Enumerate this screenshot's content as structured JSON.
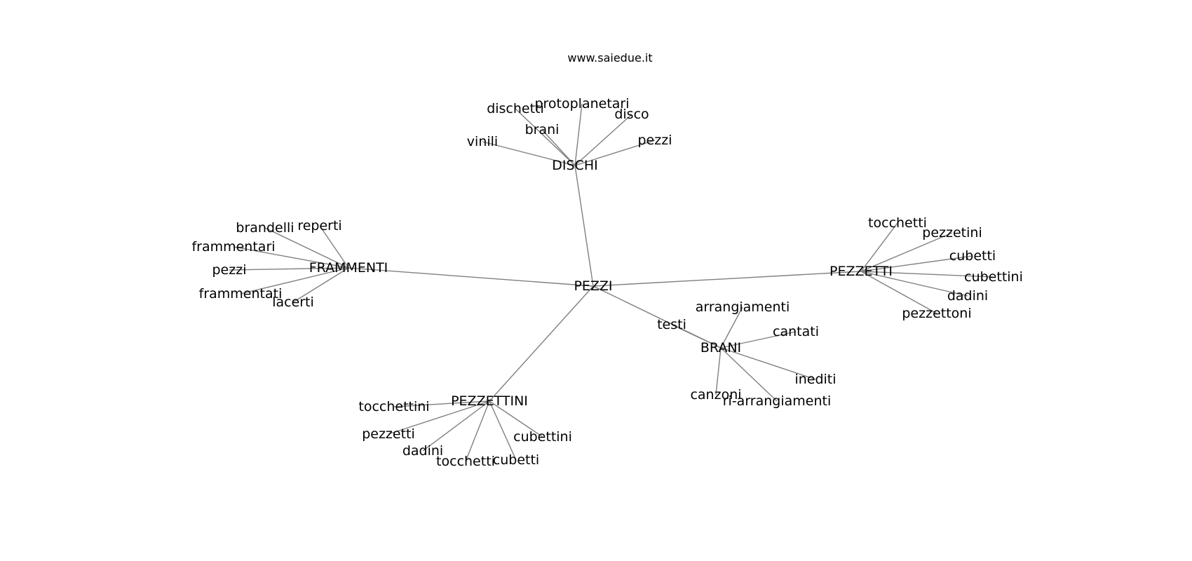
{
  "site": "www.saiedue.it",
  "colors": {
    "edge": "#808080",
    "text": "#000000",
    "background": "#ffffff"
  },
  "nodes": [
    {
      "id": "pezzi_root",
      "label": "PEZZI"
    },
    {
      "id": "dischi",
      "label": "DISCHI"
    },
    {
      "id": "frammenti",
      "label": "FRAMMENTI"
    },
    {
      "id": "pezzetti_hub",
      "label": "PEZZETTI"
    },
    {
      "id": "brani_hub",
      "label": "BRANI"
    },
    {
      "id": "pezzettini",
      "label": "PEZZETTINI"
    },
    {
      "id": "d_dischetti",
      "label": "dischetti"
    },
    {
      "id": "d_protoplanetari",
      "label": "protoplanetari"
    },
    {
      "id": "d_disco",
      "label": "disco"
    },
    {
      "id": "d_brani",
      "label": "brani"
    },
    {
      "id": "d_vinili",
      "label": "vinili"
    },
    {
      "id": "d_pezzi",
      "label": "pezzi"
    },
    {
      "id": "f_brandelli",
      "label": "brandelli"
    },
    {
      "id": "f_reperti",
      "label": "reperti"
    },
    {
      "id": "f_frammentari",
      "label": "frammentari"
    },
    {
      "id": "f_pezzi",
      "label": "pezzi"
    },
    {
      "id": "f_frammentati",
      "label": "frammentati"
    },
    {
      "id": "f_lacerti",
      "label": "lacerti"
    },
    {
      "id": "p_tocchetti",
      "label": "tocchetti"
    },
    {
      "id": "p_pezzetini",
      "label": "pezzetini"
    },
    {
      "id": "p_cubetti",
      "label": "cubetti"
    },
    {
      "id": "p_cubettini",
      "label": "cubettini"
    },
    {
      "id": "p_dadini",
      "label": "dadini"
    },
    {
      "id": "p_pezzettoni",
      "label": "pezzettoni"
    },
    {
      "id": "b_testi",
      "label": "testi"
    },
    {
      "id": "b_arrangiamenti",
      "label": "arrangiamenti"
    },
    {
      "id": "b_cantati",
      "label": "cantati"
    },
    {
      "id": "b_inediti",
      "label": "inediti"
    },
    {
      "id": "b_canzoni",
      "label": "canzoni"
    },
    {
      "id": "b_ri_arrangiamenti",
      "label": "ri-arrangiamenti"
    },
    {
      "id": "pt_tocchettini",
      "label": "tocchettini"
    },
    {
      "id": "pt_pezzetti",
      "label": "pezzetti"
    },
    {
      "id": "pt_dadini",
      "label": "dadini"
    },
    {
      "id": "pt_tocchetti",
      "label": "tocchetti"
    },
    {
      "id": "pt_cubetti",
      "label": "cubetti"
    },
    {
      "id": "pt_cubettini",
      "label": "cubettini"
    }
  ],
  "edges": [
    [
      "pezzi_root",
      "dischi"
    ],
    [
      "pezzi_root",
      "frammenti"
    ],
    [
      "pezzi_root",
      "pezzetti_hub"
    ],
    [
      "pezzi_root",
      "brani_hub"
    ],
    [
      "pezzi_root",
      "pezzettini"
    ],
    [
      "dischi",
      "d_dischetti"
    ],
    [
      "dischi",
      "d_protoplanetari"
    ],
    [
      "dischi",
      "d_disco"
    ],
    [
      "dischi",
      "d_brani"
    ],
    [
      "dischi",
      "d_vinili"
    ],
    [
      "dischi",
      "d_pezzi"
    ],
    [
      "frammenti",
      "f_brandelli"
    ],
    [
      "frammenti",
      "f_reperti"
    ],
    [
      "frammenti",
      "f_frammentari"
    ],
    [
      "frammenti",
      "f_pezzi"
    ],
    [
      "frammenti",
      "f_frammentati"
    ],
    [
      "frammenti",
      "f_lacerti"
    ],
    [
      "pezzetti_hub",
      "p_tocchetti"
    ],
    [
      "pezzetti_hub",
      "p_pezzetini"
    ],
    [
      "pezzetti_hub",
      "p_cubetti"
    ],
    [
      "pezzetti_hub",
      "p_cubettini"
    ],
    [
      "pezzetti_hub",
      "p_dadini"
    ],
    [
      "pezzetti_hub",
      "p_pezzettoni"
    ],
    [
      "brani_hub",
      "b_testi"
    ],
    [
      "brani_hub",
      "b_arrangiamenti"
    ],
    [
      "brani_hub",
      "b_cantati"
    ],
    [
      "brani_hub",
      "b_inediti"
    ],
    [
      "brani_hub",
      "b_canzoni"
    ],
    [
      "brani_hub",
      "b_ri_arrangiamenti"
    ],
    [
      "pezzettini",
      "pt_tocchettini"
    ],
    [
      "pezzettini",
      "pt_pezzetti"
    ],
    [
      "pezzettini",
      "pt_dadini"
    ],
    [
      "pezzettini",
      "pt_tocchetti"
    ],
    [
      "pezzettini",
      "pt_cubetti"
    ],
    [
      "pezzettini",
      "pt_cubettini"
    ]
  ]
}
